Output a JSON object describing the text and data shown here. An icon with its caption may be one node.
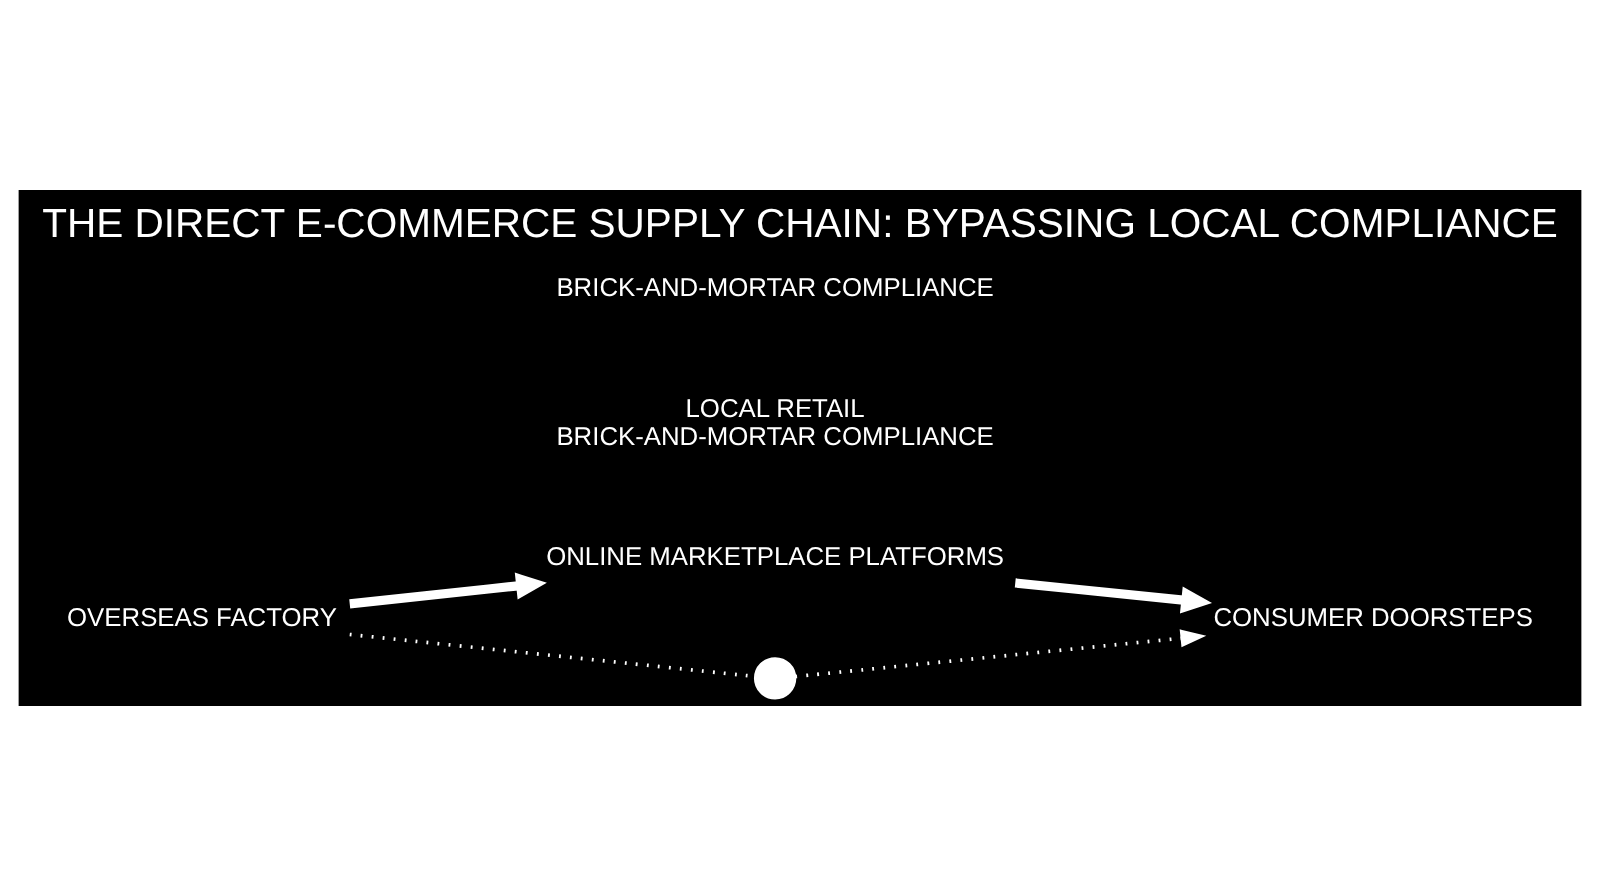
{
  "diagram": {
    "title": "THE DIRECT E-COMMERCE SUPPLY CHAIN: BYPASSING LOCAL COMPLIANCE",
    "nodes": [
      {
        "text": [
          "OVERSEAS FACTORY"
        ]
      },
      {
        "text": [
          "ONLINE MARKETPLACE PLATFORMS"
        ]
      },
      {
        "text": [
          "CONSUMER DOORSTEPS"
        ]
      },
      {
        "text": [],
        "shape": "cross"
      },
      {
        "text": [
          "LOCAL RETAIL",
          "BRICK-AND-MORTAR COMPLIANCE"
        ]
      },
      {
        "text": [
          "BRICK-AND-MORTAR COMPLIANCE"
        ]
      }
    ],
    "edges": [
      {
        "from": 0,
        "to": 1,
        "arrow": "to",
        "style": "thick"
      },
      {
        "from": 1,
        "to": 2,
        "arrow": "to",
        "style": "thick"
      },
      {
        "from": 0,
        "to": 3,
        "arrow": "none",
        "style": "dashed"
      },
      {
        "from": 3,
        "to": 2,
        "arrow": "to",
        "style": "dashed"
      }
    ]
  }
}
